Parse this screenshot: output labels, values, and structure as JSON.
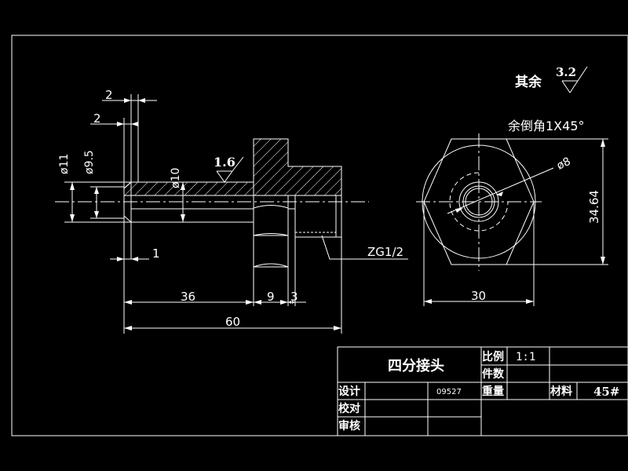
{
  "drawing": {
    "part_name": "四分接头",
    "roughness_other_label": "其余",
    "roughness_other_value": "3.2",
    "roughness_bore_value": "1.6",
    "chamfer_note": "余倒角1X45°",
    "thread_label": "ZG1/2",
    "dimensions": {
      "d11": "ø11",
      "d9_5": "ø9.5",
      "d10": "ø10",
      "d8": "ø8",
      "top_2a": "2",
      "top_2b": "2",
      "bottom_1": "1",
      "len_36": "36",
      "len_9": "9",
      "len_3": "3",
      "len_60": "60",
      "across_flats": "30",
      "across_corners": "34.64"
    }
  },
  "title_block": {
    "part_name": "四分接头",
    "scale_label": "比例",
    "scale_value": "1:1",
    "count_label": "件数",
    "weight_label": "重量",
    "material_label": "材料",
    "material_value": "45#",
    "designer_label": "设计",
    "checker_label": "校对",
    "approver_label": "审核",
    "drawing_no": "09527"
  }
}
